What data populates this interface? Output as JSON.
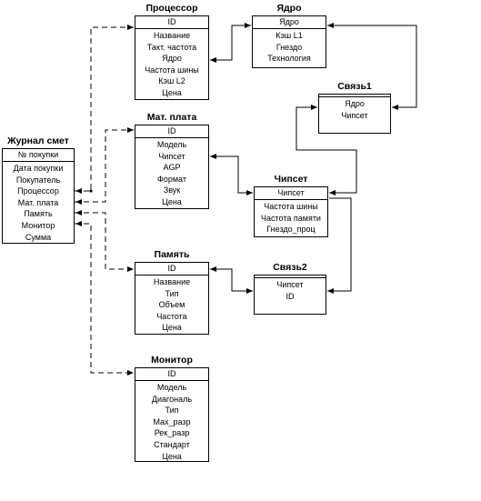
{
  "diagram": {
    "entities": {
      "purchase_log": {
        "title": "Журнал смет",
        "key": "№ покупки",
        "fields": [
          "Дата покупки",
          "Покупатель",
          "Процессор",
          "Мат. плата",
          "Память",
          "Монитор",
          "Сумма"
        ]
      },
      "processor": {
        "title": "Процессор",
        "key": "ID",
        "fields": [
          "Название",
          "Такт. частота",
          "Ядро",
          "Частота шины",
          "Кэш L2",
          "Цена"
        ]
      },
      "core": {
        "title": "Ядро",
        "key": "Ядро",
        "fields": [
          "Кэш L1",
          "Гнездо",
          "Технология"
        ]
      },
      "link1": {
        "title": "Связь1",
        "key": "",
        "fields": [
          "Ядро",
          "Чипсет"
        ]
      },
      "motherboard": {
        "title": "Мат. плата",
        "key": "ID",
        "fields": [
          "Модель",
          "Чипсет",
          "AGP",
          "Формат",
          "Звук",
          "Цена"
        ]
      },
      "chipset": {
        "title": "Чипсет",
        "key": "Чипсет",
        "fields": [
          "Частота шины",
          "Частота памяти",
          "Гнездо_проц"
        ]
      },
      "memory": {
        "title": "Память",
        "key": "ID",
        "fields": [
          "Название",
          "Тип",
          "Объем",
          "Частота",
          "Цена"
        ]
      },
      "link2": {
        "title": "Связь2",
        "key": "",
        "fields": [
          "Чипсет",
          "ID"
        ]
      },
      "monitor": {
        "title": "Монитор",
        "key": "ID",
        "fields": [
          "Модель",
          "Диагональ",
          "Тип",
          "Max_разр",
          "Рек_разр",
          "Стандарт",
          "Цена"
        ]
      }
    }
  }
}
